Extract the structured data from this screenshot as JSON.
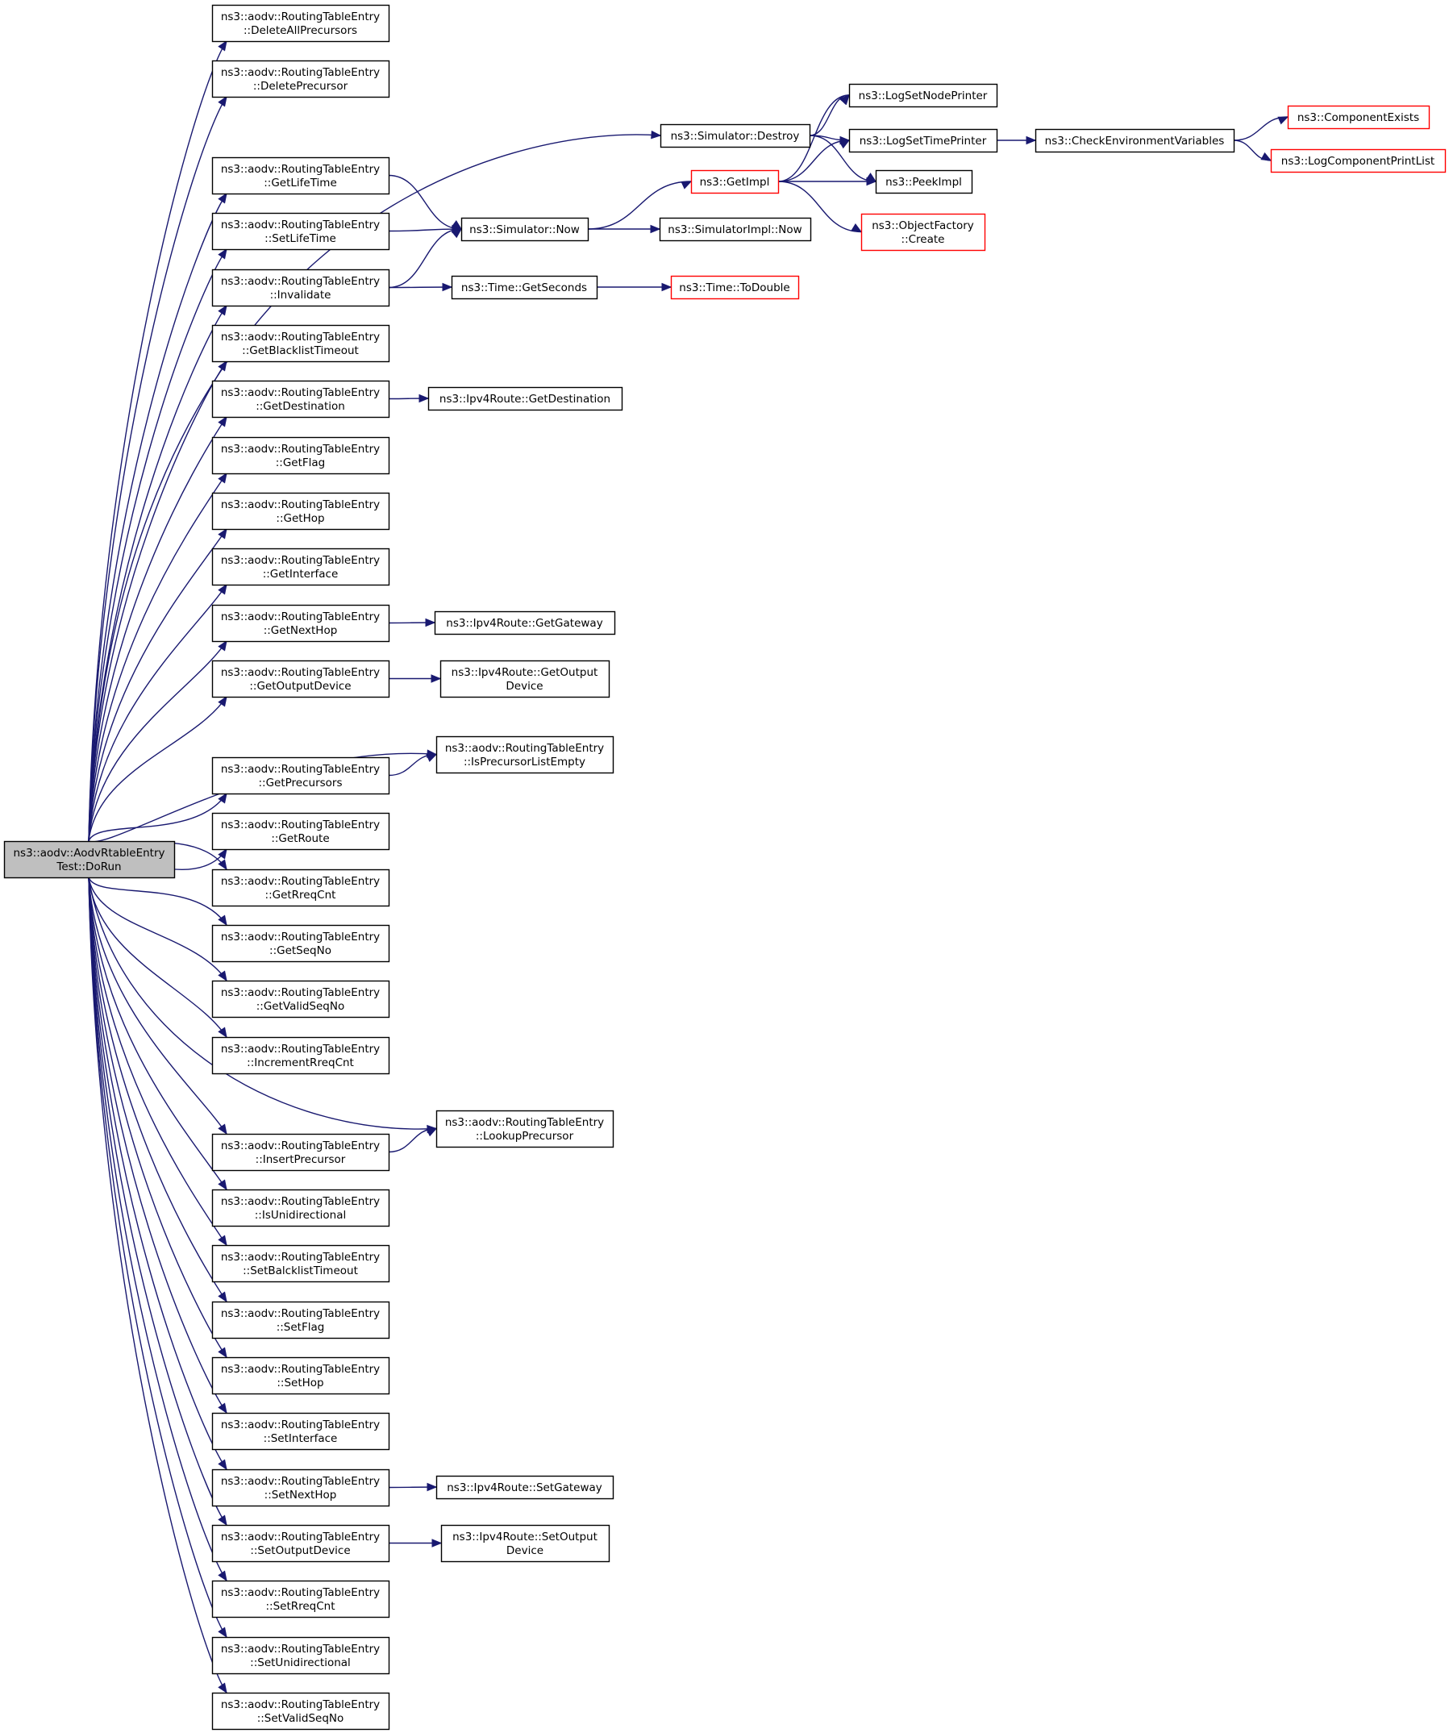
{
  "diagram": {
    "title": "",
    "colors": {
      "edge": "#191970",
      "border": "#000000",
      "border_truncated": "#ff0000",
      "root_fill": "#bfbfbf",
      "fill": "#ffffff"
    },
    "nodes": [
      {
        "id": "root",
        "label": [
          "ns3::aodv::AodvRtableEntry",
          "Test::DoRun"
        ],
        "style": "root"
      },
      {
        "id": "deleteAllPrecursors",
        "label": [
          "ns3::aodv::RoutingTableEntry",
          "::DeleteAllPrecursors"
        ],
        "style": "normal"
      },
      {
        "id": "deletePrecursor",
        "label": [
          "ns3::aodv::RoutingTableEntry",
          "::DeletePrecursor"
        ],
        "style": "normal"
      },
      {
        "id": "getLifeTime",
        "label": [
          "ns3::aodv::RoutingTableEntry",
          "::GetLifeTime"
        ],
        "style": "normal"
      },
      {
        "id": "setLifeTime",
        "label": [
          "ns3::aodv::RoutingTableEntry",
          "::SetLifeTime"
        ],
        "style": "normal"
      },
      {
        "id": "invalidate",
        "label": [
          "ns3::aodv::RoutingTableEntry",
          "::Invalidate"
        ],
        "style": "normal"
      },
      {
        "id": "getBlacklistTimeout",
        "label": [
          "ns3::aodv::RoutingTableEntry",
          "::GetBlacklistTimeout"
        ],
        "style": "normal"
      },
      {
        "id": "getDestination",
        "label": [
          "ns3::aodv::RoutingTableEntry",
          "::GetDestination"
        ],
        "style": "normal"
      },
      {
        "id": "getFlag",
        "label": [
          "ns3::aodv::RoutingTableEntry",
          "::GetFlag"
        ],
        "style": "normal"
      },
      {
        "id": "getHop",
        "label": [
          "ns3::aodv::RoutingTableEntry",
          "::GetHop"
        ],
        "style": "normal"
      },
      {
        "id": "getInterface",
        "label": [
          "ns3::aodv::RoutingTableEntry",
          "::GetInterface"
        ],
        "style": "normal"
      },
      {
        "id": "getNextHop",
        "label": [
          "ns3::aodv::RoutingTableEntry",
          "::GetNextHop"
        ],
        "style": "normal"
      },
      {
        "id": "getOutputDevice",
        "label": [
          "ns3::aodv::RoutingTableEntry",
          "::GetOutputDevice"
        ],
        "style": "normal"
      },
      {
        "id": "getPrecursors",
        "label": [
          "ns3::aodv::RoutingTableEntry",
          "::GetPrecursors"
        ],
        "style": "normal"
      },
      {
        "id": "getRoute",
        "label": [
          "ns3::aodv::RoutingTableEntry",
          "::GetRoute"
        ],
        "style": "normal"
      },
      {
        "id": "getRreqCnt",
        "label": [
          "ns3::aodv::RoutingTableEntry",
          "::GetRreqCnt"
        ],
        "style": "normal"
      },
      {
        "id": "getSeqNo",
        "label": [
          "ns3::aodv::RoutingTableEntry",
          "::GetSeqNo"
        ],
        "style": "normal"
      },
      {
        "id": "getValidSeqNo",
        "label": [
          "ns3::aodv::RoutingTableEntry",
          "::GetValidSeqNo"
        ],
        "style": "normal"
      },
      {
        "id": "incrementRreqCnt",
        "label": [
          "ns3::aodv::RoutingTableEntry",
          "::IncrementRreqCnt"
        ],
        "style": "normal"
      },
      {
        "id": "insertPrecursor",
        "label": [
          "ns3::aodv::RoutingTableEntry",
          "::InsertPrecursor"
        ],
        "style": "normal"
      },
      {
        "id": "isUnidirectional",
        "label": [
          "ns3::aodv::RoutingTableEntry",
          "::IsUnidirectional"
        ],
        "style": "normal"
      },
      {
        "id": "setBalcklistTimeout",
        "label": [
          "ns3::aodv::RoutingTableEntry",
          "::SetBalcklistTimeout"
        ],
        "style": "normal"
      },
      {
        "id": "setFlag",
        "label": [
          "ns3::aodv::RoutingTableEntry",
          "::SetFlag"
        ],
        "style": "normal"
      },
      {
        "id": "setHop",
        "label": [
          "ns3::aodv::RoutingTableEntry",
          "::SetHop"
        ],
        "style": "normal"
      },
      {
        "id": "setInterface",
        "label": [
          "ns3::aodv::RoutingTableEntry",
          "::SetInterface"
        ],
        "style": "normal"
      },
      {
        "id": "setNextHop",
        "label": [
          "ns3::aodv::RoutingTableEntry",
          "::SetNextHop"
        ],
        "style": "normal"
      },
      {
        "id": "setOutputDevice",
        "label": [
          "ns3::aodv::RoutingTableEntry",
          "::SetOutputDevice"
        ],
        "style": "normal"
      },
      {
        "id": "setRreqCnt",
        "label": [
          "ns3::aodv::RoutingTableEntry",
          "::SetRreqCnt"
        ],
        "style": "normal"
      },
      {
        "id": "setUnidirectional",
        "label": [
          "ns3::aodv::RoutingTableEntry",
          "::SetUnidirectional"
        ],
        "style": "normal"
      },
      {
        "id": "setValidSeqNo",
        "label": [
          "ns3::aodv::RoutingTableEntry",
          "::SetValidSeqNo"
        ],
        "style": "normal"
      },
      {
        "id": "simDestroy",
        "label": [
          "ns3::Simulator::Destroy"
        ],
        "style": "normal"
      },
      {
        "id": "simNow",
        "label": [
          "ns3::Simulator::Now"
        ],
        "style": "normal"
      },
      {
        "id": "timeGetSeconds",
        "label": [
          "ns3::Time::GetSeconds"
        ],
        "style": "normal"
      },
      {
        "id": "ipv4GetDestination",
        "label": [
          "ns3::Ipv4Route::GetDestination"
        ],
        "style": "normal"
      },
      {
        "id": "ipv4GetGateway",
        "label": [
          "ns3::Ipv4Route::GetGateway"
        ],
        "style": "normal"
      },
      {
        "id": "ipv4GetOutputDevice",
        "label": [
          "ns3::Ipv4Route::GetOutput",
          "Device"
        ],
        "style": "normal"
      },
      {
        "id": "isPrecursorListEmpty",
        "label": [
          "ns3::aodv::RoutingTableEntry",
          "::IsPrecursorListEmpty"
        ],
        "style": "normal"
      },
      {
        "id": "lookupPrecursor",
        "label": [
          "ns3::aodv::RoutingTableEntry",
          "::LookupPrecursor"
        ],
        "style": "normal"
      },
      {
        "id": "ipv4SetGateway",
        "label": [
          "ns3::Ipv4Route::SetGateway"
        ],
        "style": "normal"
      },
      {
        "id": "ipv4SetOutputDevice",
        "label": [
          "ns3::Ipv4Route::SetOutput",
          "Device"
        ],
        "style": "normal"
      },
      {
        "id": "getImpl",
        "label": [
          "ns3::GetImpl"
        ],
        "style": "truncated"
      },
      {
        "id": "simImplNow",
        "label": [
          "ns3::SimulatorImpl::Now"
        ],
        "style": "normal"
      },
      {
        "id": "timeToDouble",
        "label": [
          "ns3::Time::ToDouble"
        ],
        "style": "truncated"
      },
      {
        "id": "logSetNodePrinter",
        "label": [
          "ns3::LogSetNodePrinter"
        ],
        "style": "normal"
      },
      {
        "id": "logSetTimePrinter",
        "label": [
          "ns3::LogSetTimePrinter"
        ],
        "style": "normal"
      },
      {
        "id": "peekImpl",
        "label": [
          "ns3::PeekImpl"
        ],
        "style": "normal"
      },
      {
        "id": "objectFactoryCreate",
        "label": [
          "ns3::ObjectFactory",
          "::Create"
        ],
        "style": "truncated"
      },
      {
        "id": "checkEnvVars",
        "label": [
          "ns3::CheckEnvironmentVariables"
        ],
        "style": "normal"
      },
      {
        "id": "componentExists",
        "label": [
          "ns3::ComponentExists"
        ],
        "style": "truncated"
      },
      {
        "id": "logComponentPrintList",
        "label": [
          "ns3::LogComponentPrintList"
        ],
        "style": "truncated"
      }
    ],
    "edges": [
      [
        "root",
        "deleteAllPrecursors"
      ],
      [
        "root",
        "deletePrecursor"
      ],
      [
        "root",
        "simDestroy"
      ],
      [
        "root",
        "getLifeTime"
      ],
      [
        "root",
        "setLifeTime"
      ],
      [
        "root",
        "invalidate"
      ],
      [
        "root",
        "getBlacklistTimeout"
      ],
      [
        "root",
        "getDestination"
      ],
      [
        "root",
        "getFlag"
      ],
      [
        "root",
        "getHop"
      ],
      [
        "root",
        "getInterface"
      ],
      [
        "root",
        "getNextHop"
      ],
      [
        "root",
        "getOutputDevice"
      ],
      [
        "root",
        "isPrecursorListEmpty"
      ],
      [
        "root",
        "getPrecursors"
      ],
      [
        "root",
        "getRoute"
      ],
      [
        "root",
        "getRreqCnt"
      ],
      [
        "root",
        "getSeqNo"
      ],
      [
        "root",
        "getValidSeqNo"
      ],
      [
        "root",
        "incrementRreqCnt"
      ],
      [
        "root",
        "lookupPrecursor"
      ],
      [
        "root",
        "insertPrecursor"
      ],
      [
        "root",
        "isUnidirectional"
      ],
      [
        "root",
        "setBalcklistTimeout"
      ],
      [
        "root",
        "setFlag"
      ],
      [
        "root",
        "setHop"
      ],
      [
        "root",
        "setInterface"
      ],
      [
        "root",
        "setNextHop"
      ],
      [
        "root",
        "setOutputDevice"
      ],
      [
        "root",
        "setRreqCnt"
      ],
      [
        "root",
        "setUnidirectional"
      ],
      [
        "root",
        "setValidSeqNo"
      ],
      [
        "getLifeTime",
        "simNow"
      ],
      [
        "setLifeTime",
        "simNow"
      ],
      [
        "invalidate",
        "simNow"
      ],
      [
        "invalidate",
        "timeGetSeconds"
      ],
      [
        "getDestination",
        "ipv4GetDestination"
      ],
      [
        "getNextHop",
        "ipv4GetGateway"
      ],
      [
        "getOutputDevice",
        "ipv4GetOutputDevice"
      ],
      [
        "getPrecursors",
        "isPrecursorListEmpty"
      ],
      [
        "insertPrecursor",
        "lookupPrecursor"
      ],
      [
        "setNextHop",
        "ipv4SetGateway"
      ],
      [
        "setOutputDevice",
        "ipv4SetOutputDevice"
      ],
      [
        "simNow",
        "getImpl"
      ],
      [
        "simNow",
        "simImplNow"
      ],
      [
        "timeGetSeconds",
        "timeToDouble"
      ],
      [
        "simDestroy",
        "logSetNodePrinter"
      ],
      [
        "simDestroy",
        "logSetTimePrinter"
      ],
      [
        "simDestroy",
        "peekImpl"
      ],
      [
        "getImpl",
        "logSetNodePrinter"
      ],
      [
        "getImpl",
        "logSetTimePrinter"
      ],
      [
        "getImpl",
        "peekImpl"
      ],
      [
        "getImpl",
        "objectFactoryCreate"
      ],
      [
        "logSetTimePrinter",
        "checkEnvVars"
      ],
      [
        "checkEnvVars",
        "componentExists"
      ],
      [
        "checkEnvVars",
        "logComponentPrintList"
      ]
    ]
  }
}
